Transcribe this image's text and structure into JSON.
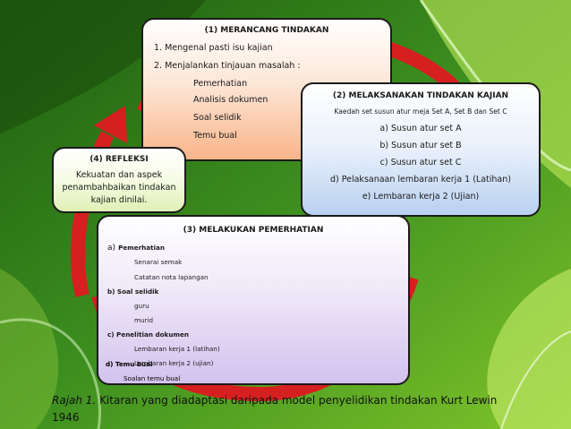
{
  "box1": {
    "title": "(1) MERANCANG TINDAKAN",
    "items": [
      "1. Mengenal pasti isu kajian",
      "2. Menjalankan tinjauan masalah :"
    ],
    "sub": [
      "Pemerhatian",
      "Analisis dokumen",
      "Soal selidik",
      "Temu bual"
    ]
  },
  "box2": {
    "title": "(2) MELAKSANAKAN TINDAKAN KAJIAN",
    "intro": "Kaedah set susun atur meja Set A, Set B dan Set C",
    "items": [
      "a) Susun atur set A",
      "b) Susun atur set B",
      "c) Susun atur set C",
      "d) Pelaksanaan lembaran kerja 1 (Latihan)",
      "e) Lembaran kerja 2 (Ujian)"
    ]
  },
  "box3": {
    "title": "(3) MELAKUKAN PEMERHATIAN",
    "a_prefix": "a)",
    "a_label": "Pemerhatian",
    "a_items": [
      "Senarai semak",
      "Catatan nota lapangan"
    ],
    "b_label": "b) Soal selidik",
    "b_items": [
      "guru",
      "murid"
    ],
    "c_label": "c) Penelitian dokumen",
    "c_items": [
      "Lembaran kerja 1 (latihan)",
      "Lembaran kerja 2 (ujian)"
    ],
    "d_label": "d) Temu bual",
    "d_items": [
      "Soalan temu bual"
    ]
  },
  "box4": {
    "title": "(4) REFLEKSI",
    "lines": [
      "Kekuatan dan aspek",
      "penambahbaikan tindakan",
      "kajian dinilai."
    ]
  },
  "caption": {
    "italic": "Rajah 1.",
    "text": " Kitaran yang diadaptasi daripada model penyelidikan tindakan Kurt Lewin 1946"
  },
  "colors": {
    "arrow": "#d61f1f",
    "background": "#2f7a18"
  }
}
